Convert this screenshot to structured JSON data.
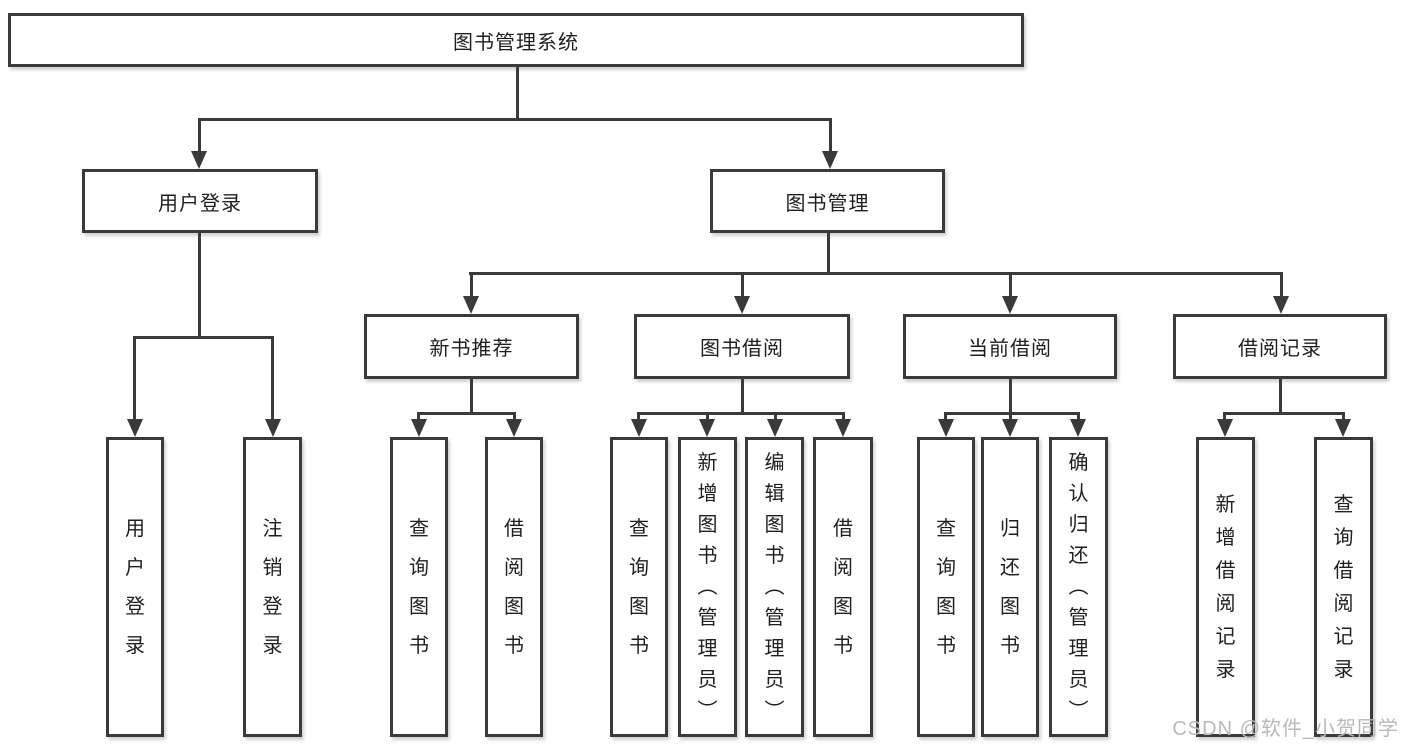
{
  "diagram": {
    "root": {
      "label": "图书管理系统"
    },
    "branches": {
      "login": {
        "label": "用户登录",
        "children": [
          {
            "label": "用户登录"
          },
          {
            "label": "注销登录"
          }
        ]
      },
      "management": {
        "label": "图书管理",
        "sections": [
          {
            "label": "新书推荐",
            "children": [
              {
                "label": "查询图书"
              },
              {
                "label": "借阅图书"
              }
            ]
          },
          {
            "label": "图书借阅",
            "children": [
              {
                "label": "查询图书"
              },
              {
                "label": "新增图书（管理员）"
              },
              {
                "label": "编辑图书（管理员）"
              },
              {
                "label": "借阅图书"
              }
            ]
          },
          {
            "label": "当前借阅",
            "children": [
              {
                "label": "查询图书"
              },
              {
                "label": "归还图书"
              },
              {
                "label": "确认归还（管理员）"
              }
            ]
          },
          {
            "label": "借阅记录",
            "children": [
              {
                "label": "新增借阅记录"
              },
              {
                "label": "查询借阅记录"
              }
            ]
          }
        ]
      }
    }
  },
  "watermark": {
    "text": "CSDN @软件_小贺同学"
  },
  "colors": {
    "line": "#3a3a3a",
    "text": "#1f1f1f",
    "watermark": "#b9b9b9",
    "background": "#ffffff"
  }
}
